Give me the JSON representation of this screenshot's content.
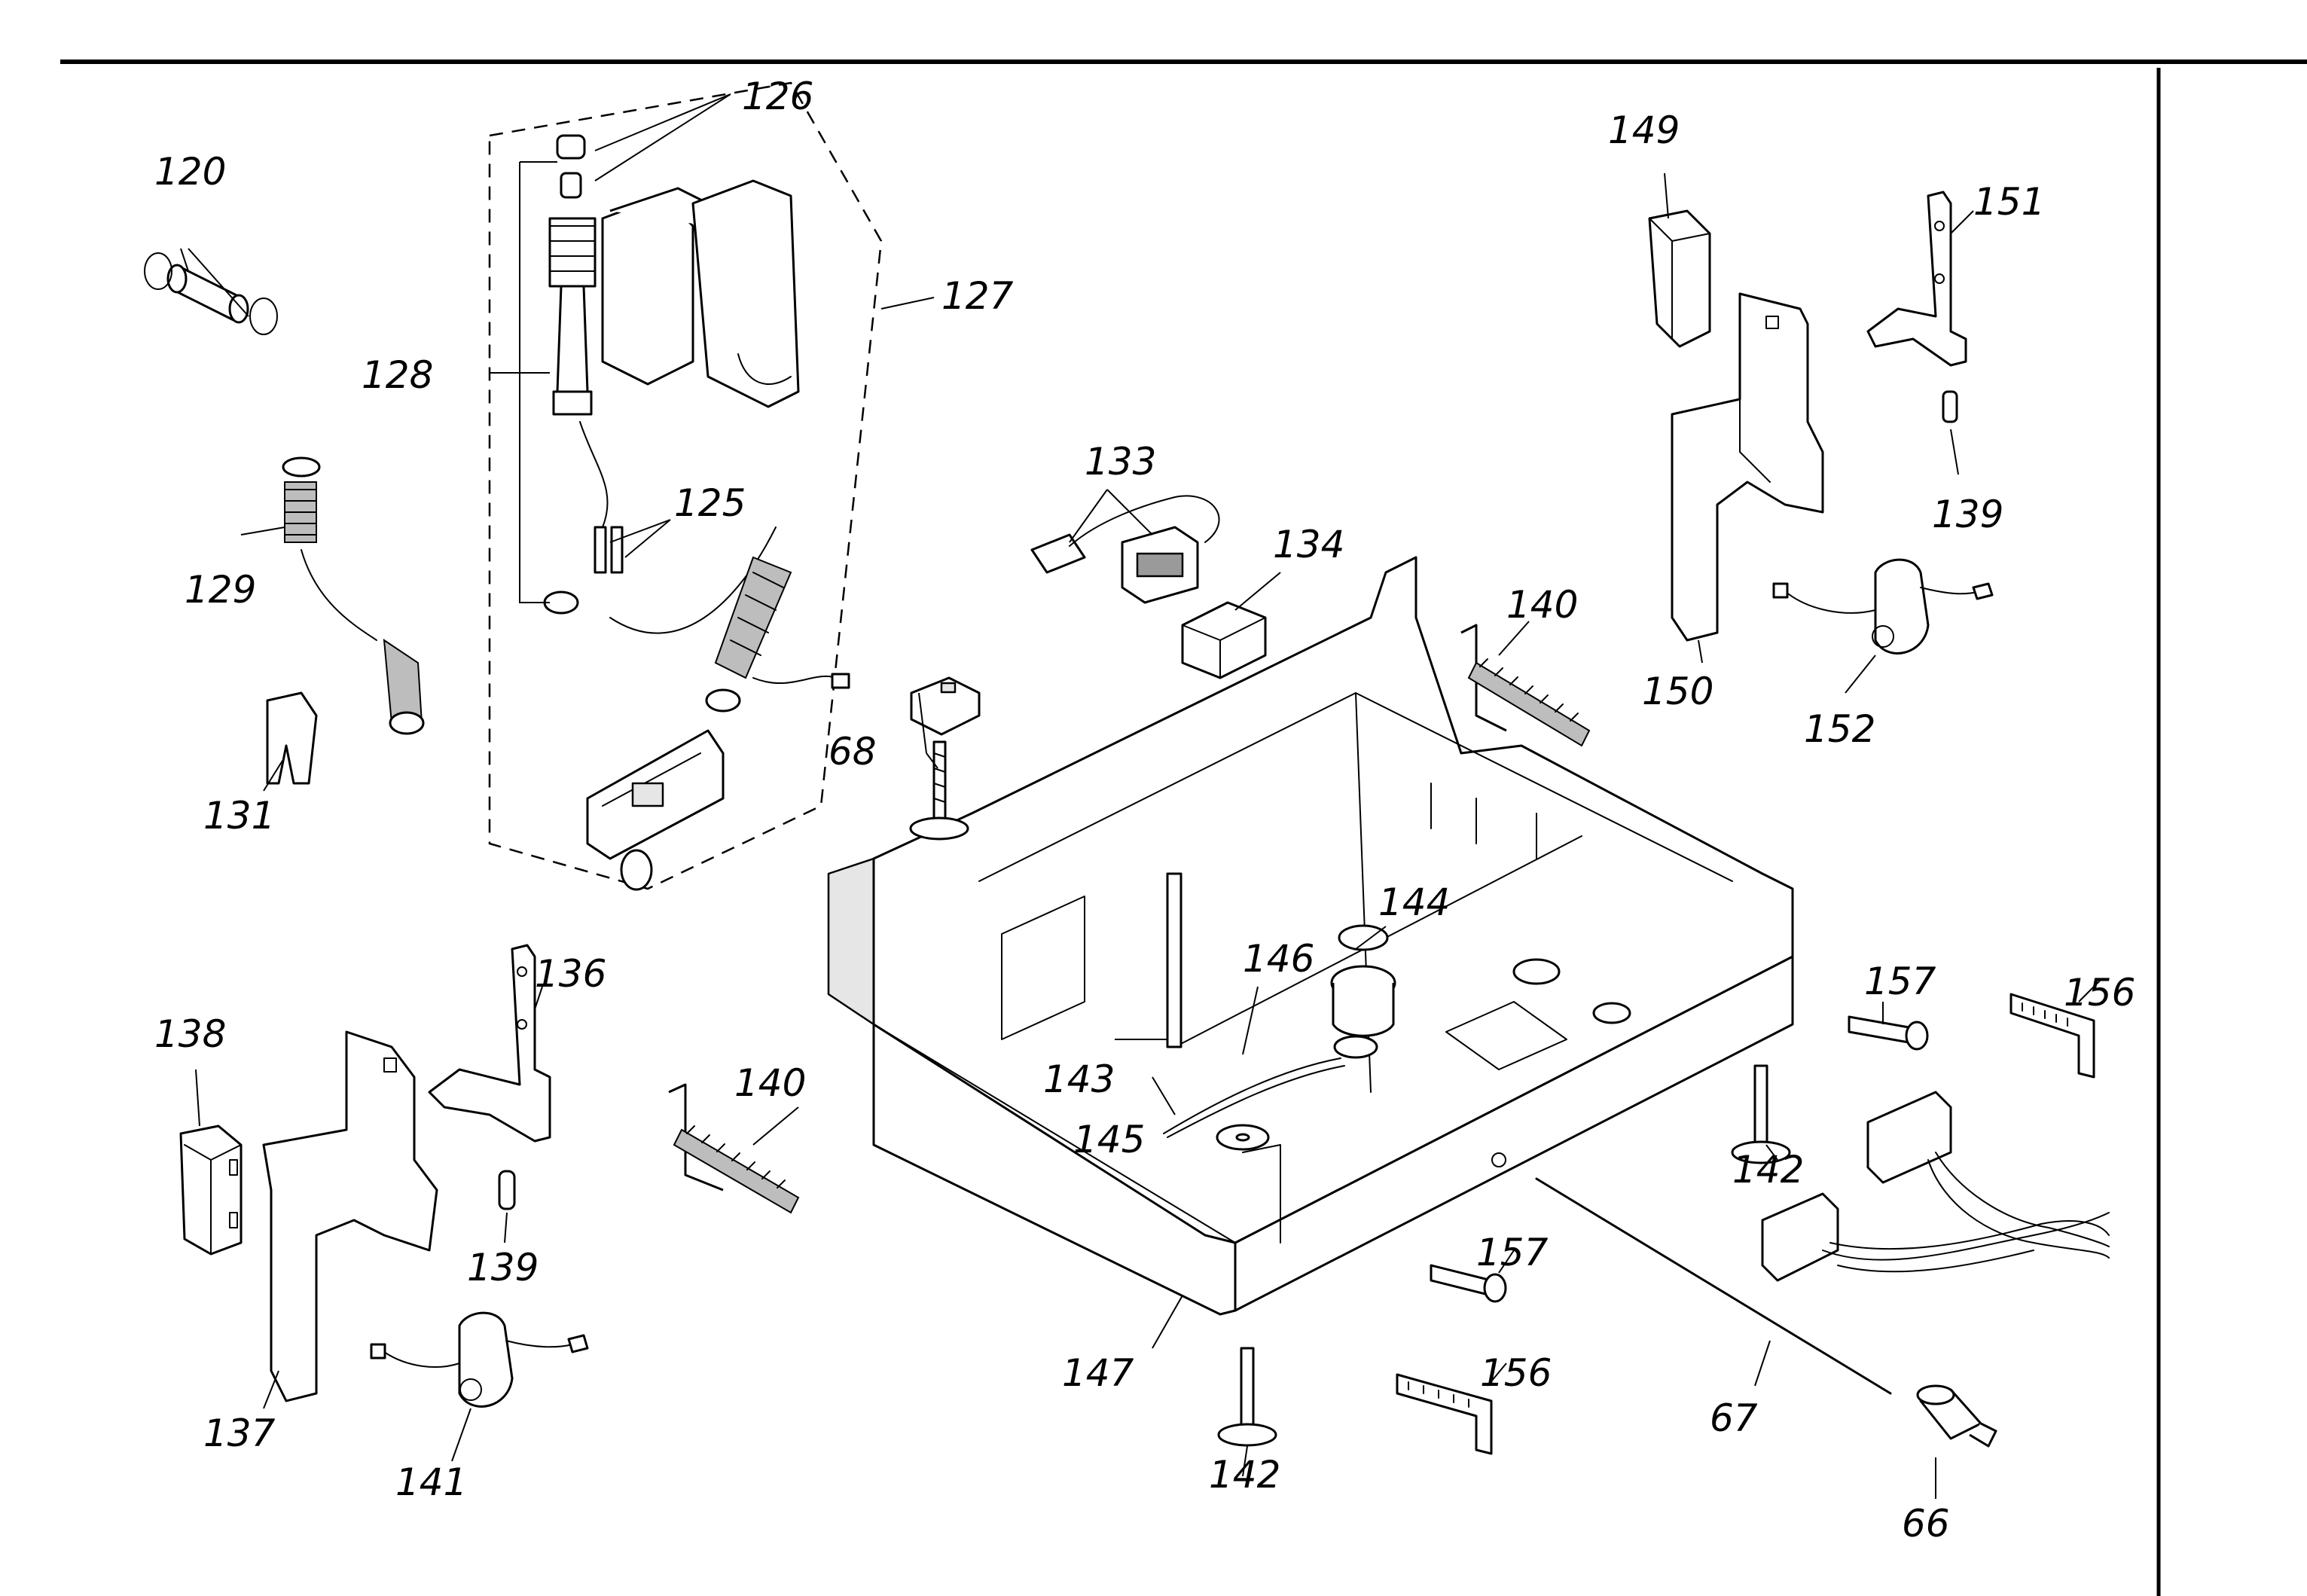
{
  "labels": {
    "l66": "66",
    "l67": "67",
    "l68": "68",
    "l120": "120",
    "l125": "125",
    "l126": "126",
    "l127": "127",
    "l128": "128",
    "l129": "129",
    "l131": "131",
    "l133": "133",
    "l134": "134",
    "l136": "136",
    "l137": "137",
    "l138": "138",
    "l139a": "139",
    "l139b": "139",
    "l140a": "140",
    "l140b": "140",
    "l141": "141",
    "l142a": "142",
    "l142b": "142",
    "l143": "143",
    "l144": "144",
    "l145": "145",
    "l146": "146",
    "l147": "147",
    "l149": "149",
    "l150": "150",
    "l151": "151",
    "l152": "152",
    "l156a": "156",
    "l156b": "156",
    "l157a": "157",
    "l157b": "157"
  }
}
